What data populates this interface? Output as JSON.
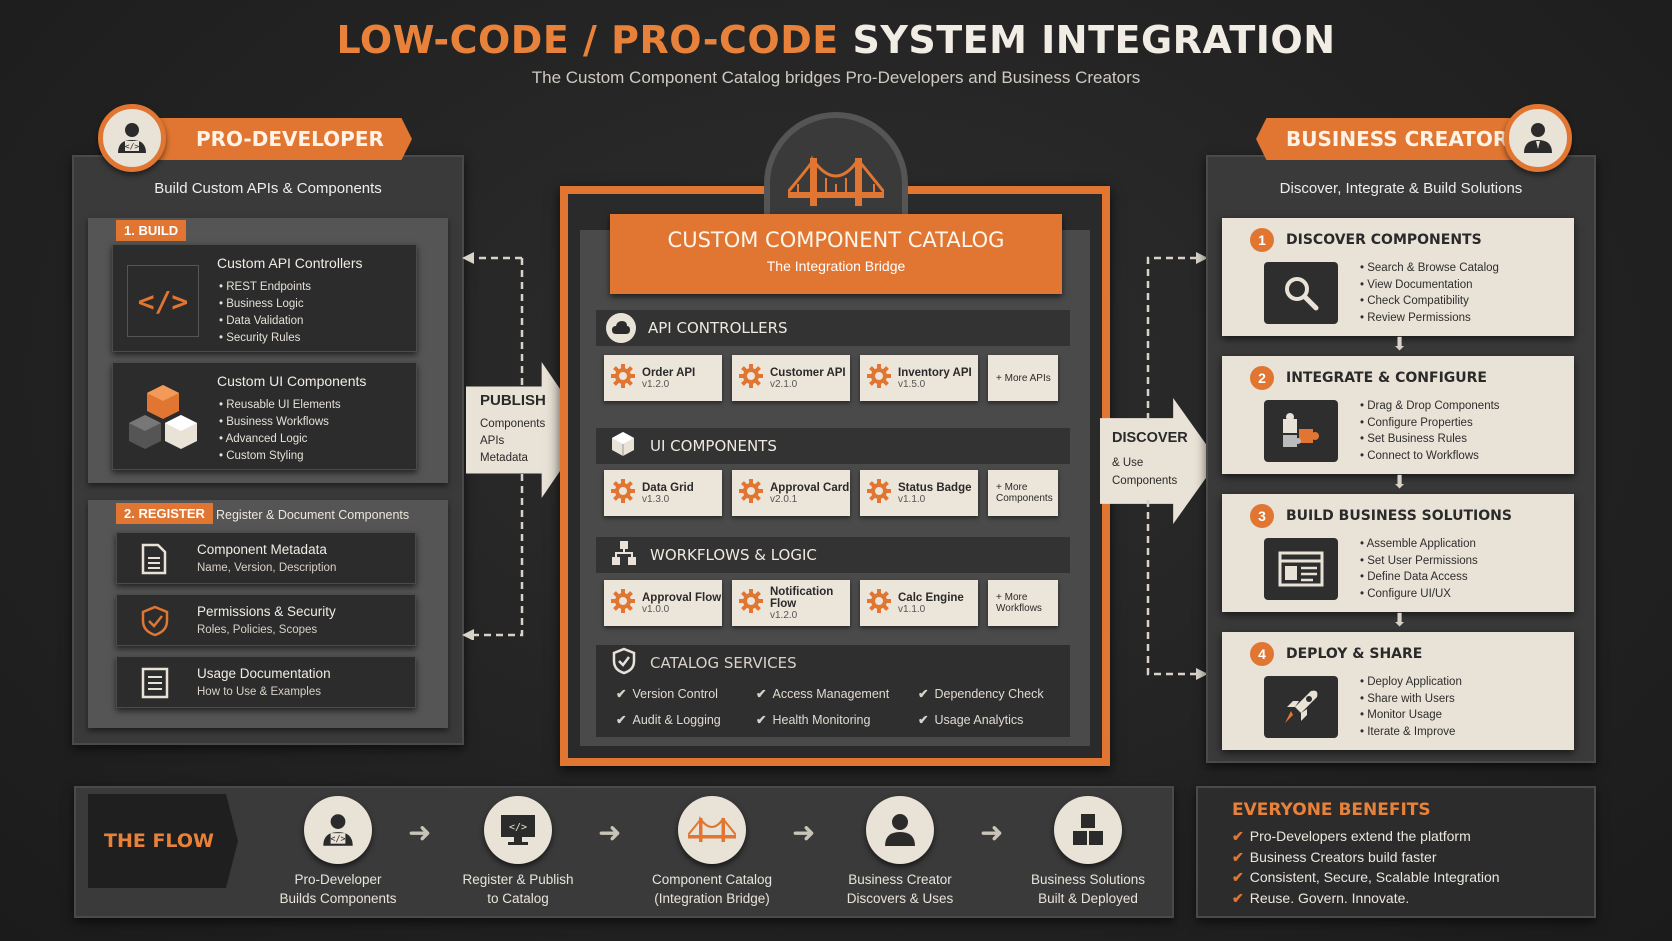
{
  "header": {
    "title_orange": "LOW-CODE / PRO-CODE",
    "title_white": "SYSTEM INTEGRATION",
    "subtitle": "The Custom Component Catalog bridges Pro-Developers and Business Creators"
  },
  "pro_dev": {
    "banner": "PRO-DEVELOPER",
    "tagline": "Build Custom APIs & Components",
    "build_tag": "1. BUILD",
    "build_cards": [
      {
        "title": "Custom API Controllers",
        "bullets": [
          "REST Endpoints",
          "Business Logic",
          "Data Validation",
          "Security Rules"
        ]
      },
      {
        "title": "Custom UI Components",
        "bullets": [
          "Reusable UI Elements",
          "Business Workflows",
          "Advanced Logic",
          "Custom Styling"
        ]
      }
    ],
    "register_tag": "2. REGISTER",
    "register_desc": "Register & Document Components",
    "register_cards": [
      {
        "title": "Component Metadata",
        "desc": "Name, Version, Description"
      },
      {
        "title": "Permissions & Security",
        "desc": "Roles, Policies, Scopes"
      },
      {
        "title": "Usage Documentation",
        "desc": "How to Use & Examples"
      }
    ]
  },
  "publish": {
    "title": "PUBLISH",
    "items": [
      "Components",
      "APIs",
      "Metadata"
    ]
  },
  "discover": {
    "title": "DISCOVER",
    "items": [
      "& Use",
      "Components"
    ]
  },
  "catalog": {
    "title": "CUSTOM COMPONENT CATALOG",
    "subtitle": "The Integration Bridge",
    "sections": [
      {
        "title": "API CONTROLLERS",
        "chips": [
          {
            "name": "Order API",
            "ver": "v1.2.0"
          },
          {
            "name": "Customer API",
            "ver": "v2.1.0"
          },
          {
            "name": "Inventory API",
            "ver": "v1.5.0"
          }
        ],
        "more": [
          "+ More APIs"
        ]
      },
      {
        "title": "UI COMPONENTS",
        "chips": [
          {
            "name": "Data Grid",
            "ver": "v1.3.0"
          },
          {
            "name": "Approval Card",
            "ver": "v2.0.1"
          },
          {
            "name": "Status Badge",
            "ver": "v1.1.0"
          }
        ],
        "more": [
          "+ More",
          "Components"
        ]
      },
      {
        "title": "WORKFLOWS & LOGIC",
        "chips": [
          {
            "name": "Approval Flow",
            "ver": "v1.0.0"
          },
          {
            "name": "Notification Flow",
            "ver": "v1.2.0"
          },
          {
            "name": "Calc Engine",
            "ver": "v1.1.0"
          }
        ],
        "more": [
          "+ More",
          "Workflows"
        ]
      }
    ],
    "services_title": "CATALOG SERVICES",
    "services": [
      "Version Control",
      "Access Management",
      "Dependency Check",
      "Audit & Logging",
      "Health Monitoring",
      "Usage Analytics"
    ]
  },
  "biz": {
    "banner": "BUSINESS CREATOR",
    "tagline": "Discover, Integrate & Build Solutions",
    "steps": [
      {
        "num": "1",
        "title": "DISCOVER COMPONENTS",
        "bullets": [
          "Search & Browse Catalog",
          "View Documentation",
          "Check Compatibility",
          "Review Permissions"
        ]
      },
      {
        "num": "2",
        "title": "INTEGRATE & CONFIGURE",
        "bullets": [
          "Drag & Drop Components",
          "Configure Properties",
          "Set Business Rules",
          "Connect to Workflows"
        ]
      },
      {
        "num": "3",
        "title": "BUILD BUSINESS SOLUTIONS",
        "bullets": [
          "Assemble Application",
          "Set User Permissions",
          "Define Data Access",
          "Configure UI/UX"
        ]
      },
      {
        "num": "4",
        "title": "DEPLOY & SHARE",
        "bullets": [
          "Deploy Application",
          "Share with Users",
          "Monitor Usage",
          "Iterate & Improve"
        ]
      }
    ]
  },
  "flow": {
    "label": "THE FLOW",
    "nodes": [
      {
        "l1": "Pro-Developer",
        "l2": "Builds Components"
      },
      {
        "l1": "Register & Publish",
        "l2": "to Catalog"
      },
      {
        "l1": "Component Catalog",
        "l2": "(Integration Bridge)"
      },
      {
        "l1": "Business Creator",
        "l2": "Discovers & Uses"
      },
      {
        "l1": "Business Solutions",
        "l2": "Built & Deployed"
      }
    ]
  },
  "benefits": {
    "title": "EVERYONE BENEFITS",
    "items": [
      "Pro-Developers extend the platform",
      "Business Creators build faster",
      "Consistent, Secure, Scalable Integration",
      "Reuse. Govern. Innovate."
    ]
  }
}
